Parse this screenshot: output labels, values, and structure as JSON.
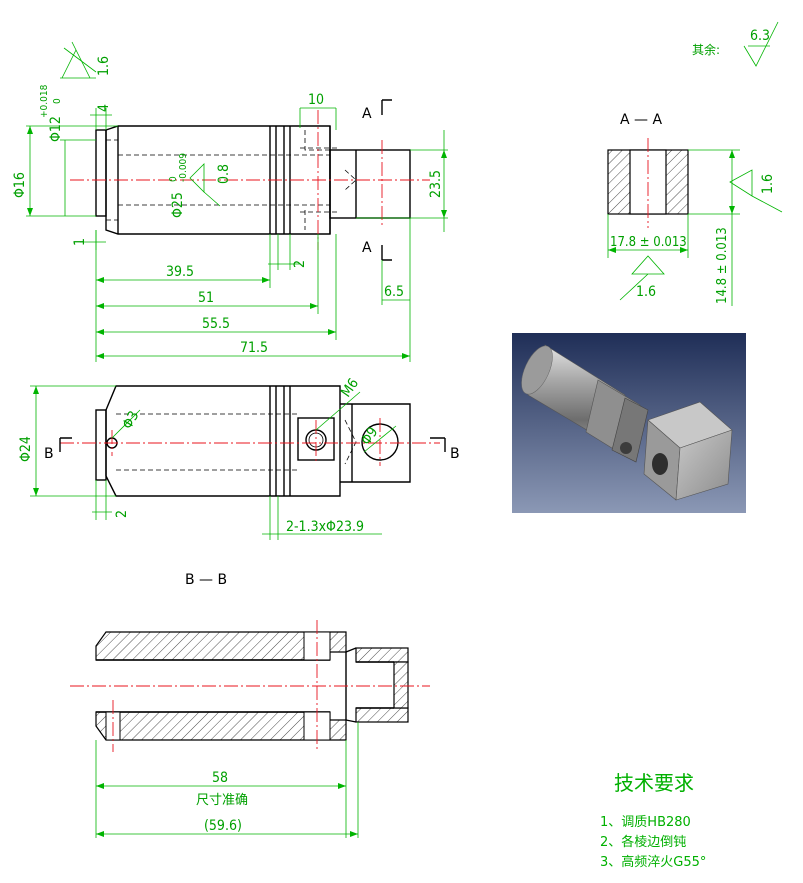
{
  "top_view": {
    "dims": {
      "d12": "Φ12",
      "d12_tol": "+0.018",
      "d12_tol2": "0",
      "d16": "Φ16",
      "d25": "Φ25",
      "d25_tol": "-0.009",
      "d25_tol2": "0",
      "w4": "4",
      "w10": "10",
      "w1": "1",
      "w2": "2",
      "l39_5": "39.5",
      "l51": "51",
      "l55_5": "55.5",
      "l71_5": "71.5",
      "l6_5": "6.5",
      "h23_5": "23.5"
    },
    "rough_top": "1.6",
    "rough_mid": "0.8",
    "section_letter": "A"
  },
  "section_aa": {
    "title": "A — A",
    "w17_8": "17.8 ± 0.013",
    "h14_8": "14.8 ± 0.013",
    "rough_right": "1.6",
    "rough_bottom": "1.6"
  },
  "other_rough": {
    "label": "其余:",
    "value": "6.3"
  },
  "front_view": {
    "d24": "Φ24",
    "d3": "Φ3",
    "m6": "M6",
    "d9": "Φ9",
    "w2": "2",
    "groove": "2-1.3xΦ23.9",
    "section_letter": "B"
  },
  "section_bb": {
    "title": "B — B",
    "l58": "58",
    "note": "尺寸准确",
    "l59_6": "(59.6)"
  },
  "tech": {
    "title": "技术要求",
    "items": [
      {
        "num": "1、",
        "cn": "调质",
        "code": "HB280"
      },
      {
        "num": "2、",
        "cn": "各棱边倒钝",
        "code": ""
      },
      {
        "num": "3、",
        "cn": "高频淬火",
        "code": "G55°"
      }
    ]
  },
  "render": {
    "bg_top": "#1f2e57",
    "bg_bottom": "#8b98b5"
  }
}
